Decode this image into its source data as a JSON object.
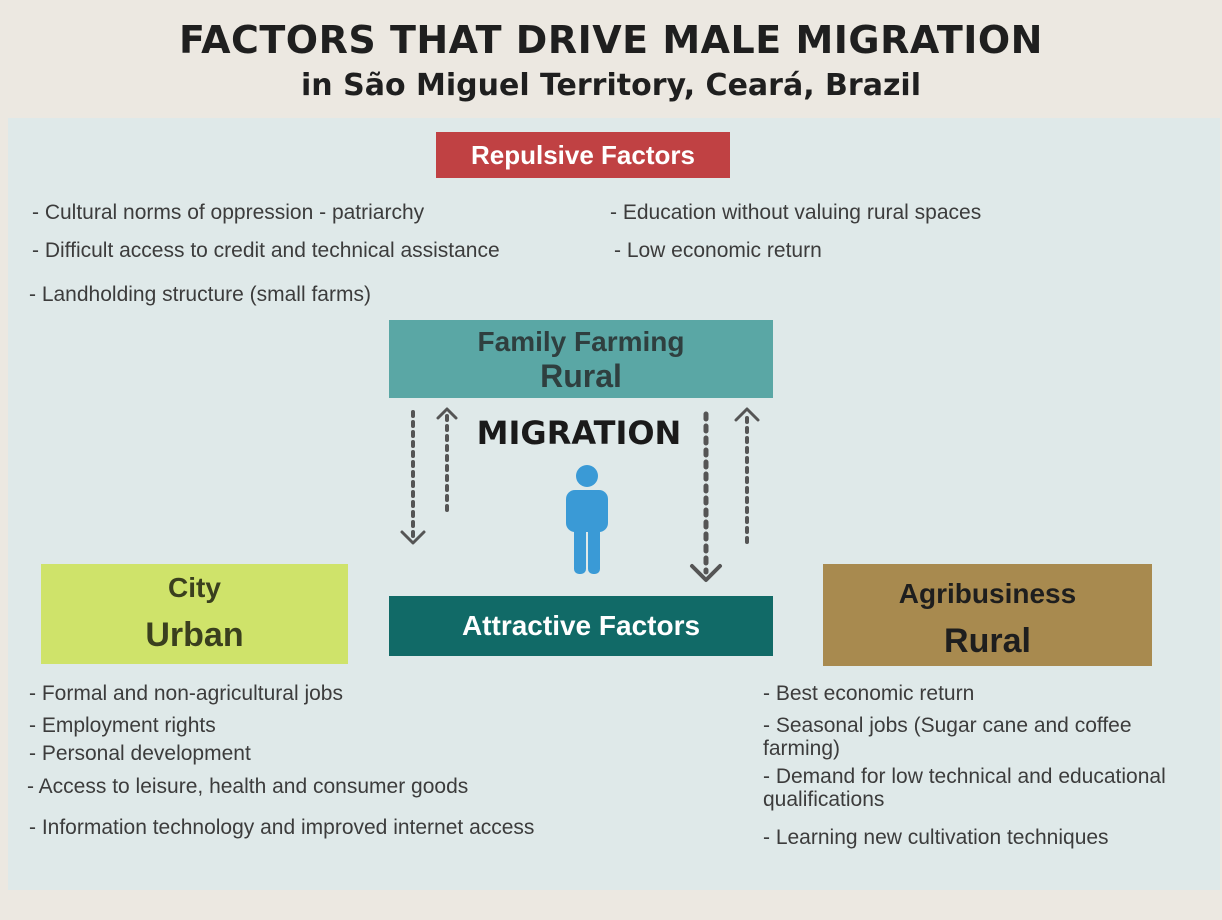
{
  "header": {
    "title": "FACTORS THAT DRIVE MALE MIGRATION",
    "subtitle": "in São Miguel Territory, Ceará, Brazil"
  },
  "repulsive": {
    "label": "Repulsive Factors",
    "items": [
      "- Cultural norms of oppression - patriarchy",
      "- Education without valuing rural spaces",
      "- Difficult access to credit and technical assistance",
      "- Low economic return",
      "- Landholding structure (small farms)"
    ]
  },
  "family_farming": {
    "line1": "Family Farming",
    "line2": "Rural"
  },
  "migration_label": "MIGRATION",
  "city": {
    "line1": "City",
    "line2": "Urban",
    "items": [
      "- Formal and non-agricultural jobs",
      "- Employment rights",
      "- Personal development",
      "- Access to leisure, health and consumer goods",
      "- Information technology and improved internet access"
    ]
  },
  "attractive": {
    "label": "Attractive Factors"
  },
  "agribusiness": {
    "line1": "Agribusiness",
    "line2": "Rural",
    "items": [
      "- Best economic return",
      "- Seasonal jobs (Sugar cane and coffee farming)",
      "- Demand for low technical and educational qualifications",
      "- Learning new cultivation techniques"
    ]
  },
  "colors": {
    "repulsive": "#c04143",
    "family_farming": "#5aa7a5",
    "city": "#cfe36a",
    "attractive": "#116a67",
    "agribusiness": "#a88a4f",
    "person": "#3a9ad6",
    "arrows": "#555555"
  },
  "icons": {
    "person": "person-icon",
    "arrow_down": "dotted-arrow-down-icon",
    "arrow_up": "dotted-arrow-up-icon"
  }
}
